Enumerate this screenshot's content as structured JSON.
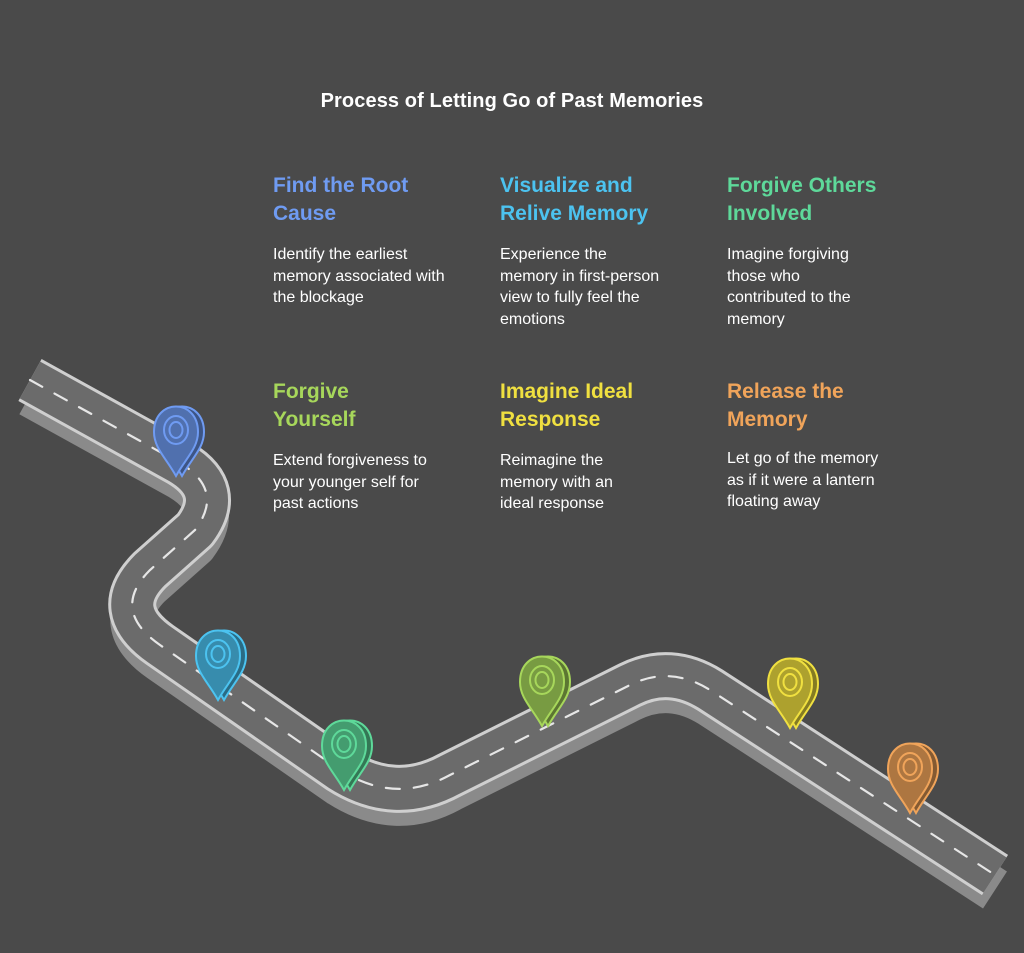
{
  "title": "Process of Letting Go of Past Memories",
  "steps": [
    {
      "title_line1": "Find the Root",
      "title_line2": "Cause",
      "description": "Identify the earliest memory associated with the blockage",
      "color": "#6f9bf2",
      "icon": "map-pin-icon"
    },
    {
      "title_line1": "Visualize and",
      "title_line2": "Relive Memory",
      "description": "Experience the memory in first-person view to fully feel the emotions",
      "color": "#4cc3f0",
      "icon": "map-pin-icon"
    },
    {
      "title_line1": "Forgive Others",
      "title_line2": "Involved",
      "description": "Imagine forgiving those who contributed to the memory",
      "color": "#5ed99a",
      "icon": "map-pin-icon"
    },
    {
      "title_line1": "Forgive",
      "title_line2": "Yourself",
      "description": "Extend forgiveness to your younger self for past actions",
      "color": "#a7d75b",
      "icon": "map-pin-icon"
    },
    {
      "title_line1": "Imagine Ideal",
      "title_line2": "Response",
      "description": "Reimagine the memory with an ideal response",
      "color": "#f0e040",
      "icon": "map-pin-icon"
    },
    {
      "title_line1": "Release the",
      "title_line2": "Memory",
      "description": "Let go of the memory as if it were a lantern floating away",
      "color": "#f0a45a",
      "icon": "map-pin-icon"
    }
  ]
}
